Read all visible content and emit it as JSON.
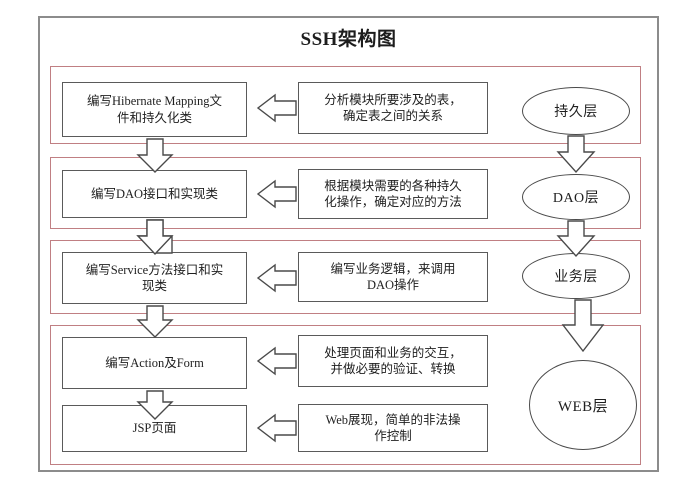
{
  "diagram": {
    "title": "SSH架构图",
    "colors": {
      "band_border": "#c07f83",
      "box_border": "#5a5a5a",
      "frame_border": "#8c8c8c",
      "arrow_stroke": "#4a4a4a",
      "background": "#ffffff"
    },
    "bands": [
      {
        "name": "persistence-band"
      },
      {
        "name": "dao-band"
      },
      {
        "name": "service-band"
      },
      {
        "name": "web-band"
      }
    ],
    "tasks": [
      {
        "id": "hibernate-mapping",
        "line1": "编写Hibernate Mapping文",
        "line2": "件和持久化类"
      },
      {
        "id": "dao-interface",
        "line1": "编写DAO接口和实现类",
        "line2": ""
      },
      {
        "id": "service-method",
        "line1": "编写Service方法接口和实",
        "line2": "现类"
      },
      {
        "id": "action-form",
        "line1": "编写Action及Form",
        "line2": ""
      },
      {
        "id": "jsp-page",
        "line1": "JSP页面",
        "line2": ""
      }
    ],
    "descriptions": [
      {
        "id": "analyze-tables",
        "line1": "分析模块所要涉及的表，",
        "line2": "确定表之间的关系"
      },
      {
        "id": "persist-ops",
        "line1": "根据模块需要的各种持久",
        "line2": "化操作，确定对应的方法"
      },
      {
        "id": "business-logic",
        "line1": "编写业务逻辑，来调用",
        "line2": "DAO操作"
      },
      {
        "id": "page-interact",
        "line1": "处理页面和业务的交互，",
        "line2": "并做必要的验证、转换"
      },
      {
        "id": "web-present",
        "line1": "Web展现，简单的非法操",
        "line2": "作控制"
      }
    ],
    "layers": [
      {
        "id": "persistence-layer",
        "label": "持久层"
      },
      {
        "id": "dao-layer",
        "label": "DAO层"
      },
      {
        "id": "business-layer",
        "label": "业务层"
      },
      {
        "id": "web-layer",
        "label": "WEB层"
      }
    ]
  }
}
